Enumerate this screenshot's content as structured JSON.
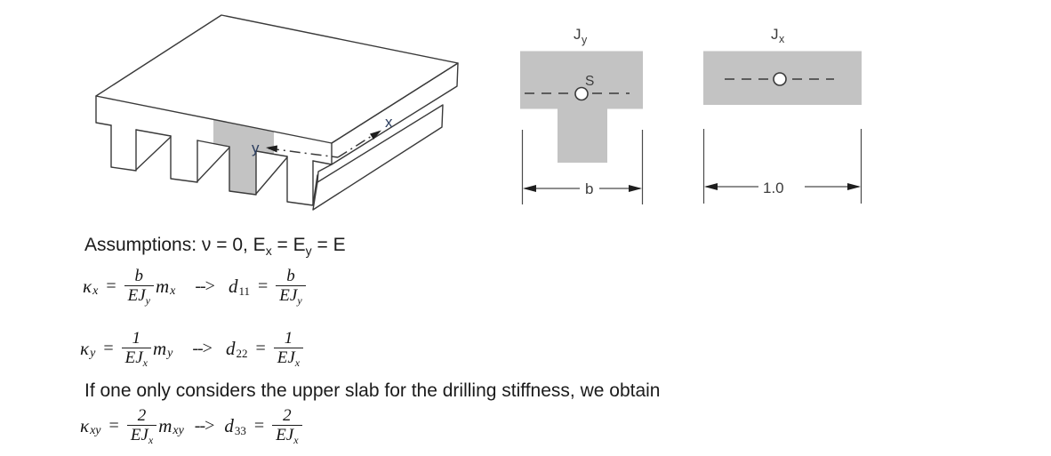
{
  "colors": {
    "section_fill": "#c3c3c3",
    "line": "#3a3a3a",
    "axis_label": "#2c3e5f",
    "text": "#1b1b1b"
  },
  "figure": {
    "axis_x": "x",
    "axis_y": "y",
    "t_section": {
      "label": "J",
      "label_sub": "y",
      "centroid": "S",
      "dim": "b"
    },
    "rect_section": {
      "label": "J",
      "label_sub": "x",
      "dim": "1.0"
    }
  },
  "formulas": {
    "assumptions": {
      "p1": "Assumptions: ν = 0, E",
      "s1": "x",
      "p2": " = E",
      "s2": "y",
      "p3": " = E"
    },
    "sentence": "If one only considers the upper slab for the drilling stiffness, we obtain",
    "row1": {
      "kappa": "κ",
      "kappa_sub": "x",
      "eq": "=",
      "num": "b",
      "den": "EJ",
      "den_sub": "y",
      "m": "m",
      "m_sub": "x",
      "arrow": "-->",
      "d": "d",
      "d_sub": "11",
      "eq2": "=",
      "num2": "b",
      "den2": "EJ",
      "den2_sub": "y"
    },
    "row2": {
      "kappa": "κ",
      "kappa_sub": "y",
      "eq": "=",
      "num": "1",
      "den": "EJ",
      "den_sub": "x",
      "m": "m",
      "m_sub": "y",
      "arrow": "-->",
      "d": "d",
      "d_sub": "22",
      "eq2": "=",
      "num2": "1",
      "den2": "EJ",
      "den2_sub": "x"
    },
    "row3": {
      "kappa": "κ",
      "kappa_sub": "xy",
      "eq": "=",
      "num": "2",
      "den": "EJ",
      "den_sub": "x",
      "m": "m",
      "m_sub": "xy",
      "arrow": "-->",
      "d": "d",
      "d_sub": "33",
      "eq2": "=",
      "num2": "2",
      "den2": "EJ",
      "den2_sub": "x"
    }
  }
}
